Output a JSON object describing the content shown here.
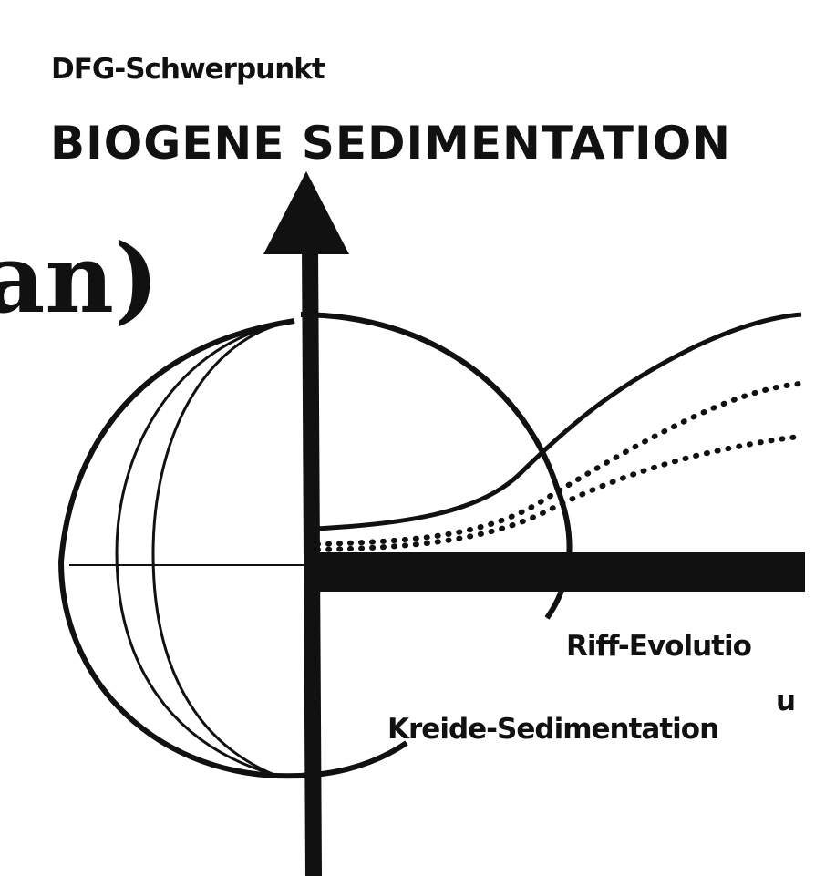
{
  "header": {
    "program": "DFG-Schwerpunkt",
    "title": "BIOGENE SEDIMENTATION"
  },
  "fragment": {
    "text": "an)"
  },
  "labels": {
    "riff": "Riff-Evolutio",
    "and_fragment": "u",
    "kreide": "Kreide-Sedimentation"
  },
  "colors": {
    "ink": "#111111",
    "background": "#ffffff"
  }
}
